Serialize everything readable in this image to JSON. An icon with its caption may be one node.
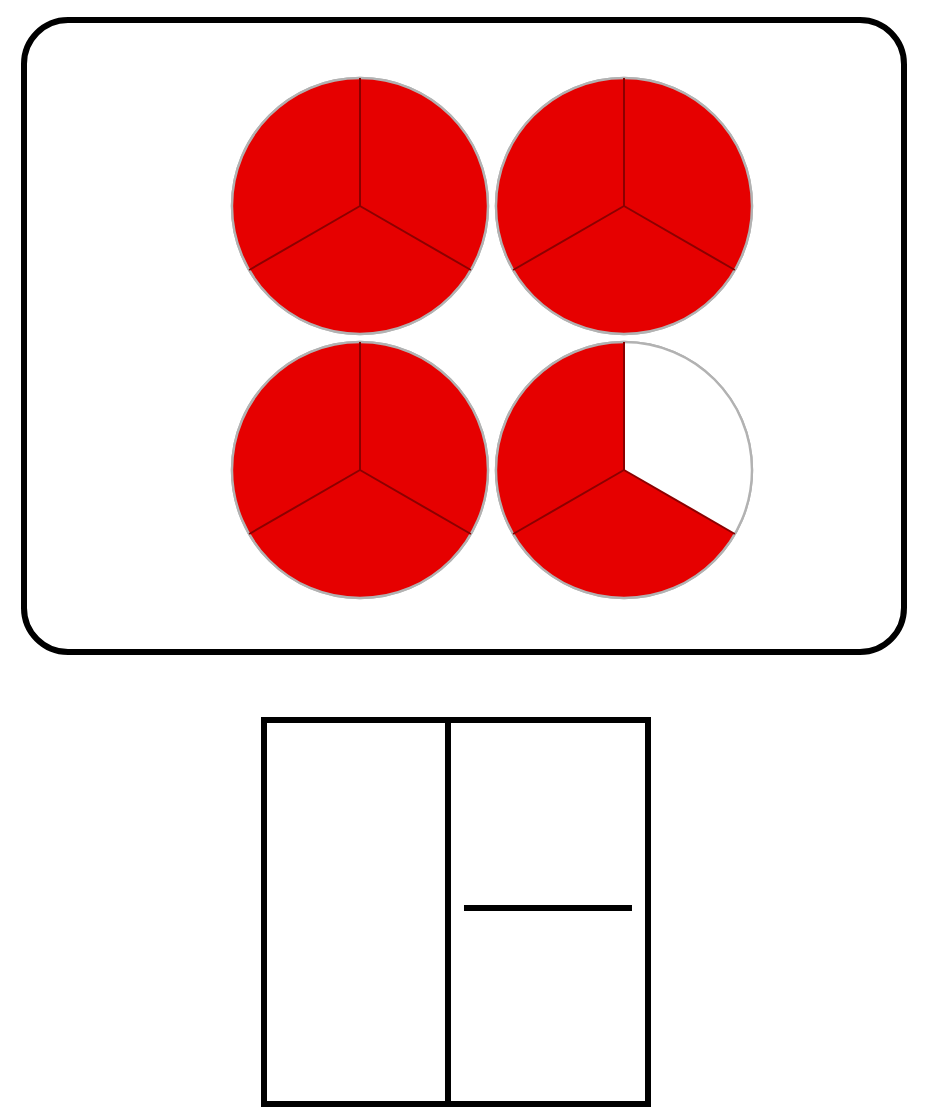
{
  "diagram": {
    "nodes": [
      {
        "text": [],
        "shape": "box"
      },
      {
        "text": [],
        "shape": "circle",
        "in": 0
      },
      {
        "text": [],
        "shape": "circle",
        "in": 0
      },
      {
        "text": [],
        "shape": "circle",
        "in": 0
      },
      {
        "text": [],
        "shape": "circle",
        "in": 0
      },
      {
        "text": [],
        "shape": "box"
      }
    ]
  }
}
